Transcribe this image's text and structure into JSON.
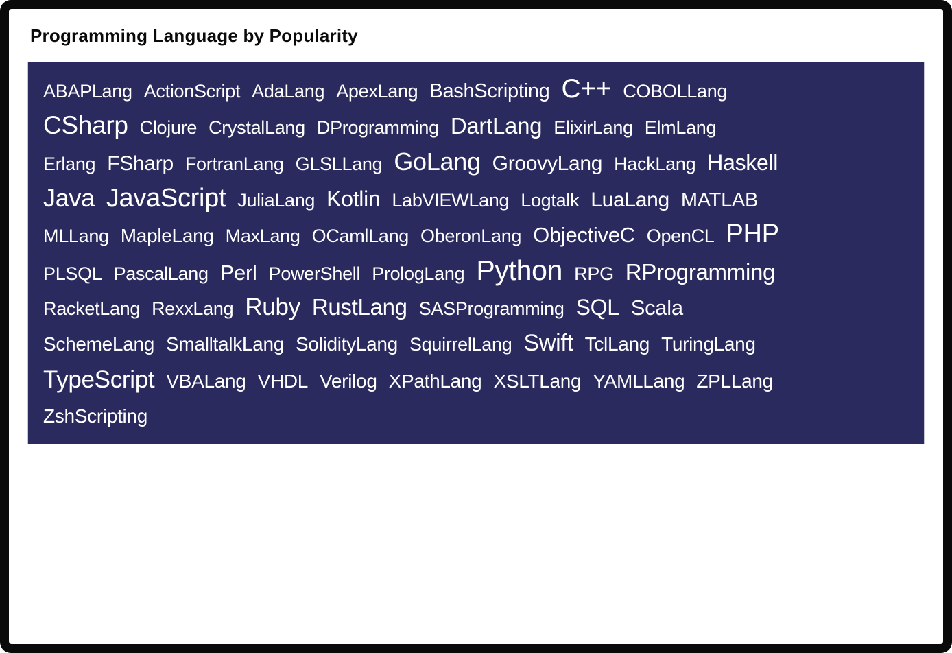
{
  "chart_data": {
    "type": "word_cloud",
    "title": "Programming Language by Popularity",
    "background_color": "#2A2A5E",
    "text_color": "#FFFFFF",
    "legend": "none",
    "rows": [
      [
        {
          "text": "ABAPLang",
          "size": 27
        },
        {
          "text": "ActionScript",
          "size": 27
        },
        {
          "text": "AdaLang",
          "size": 27
        },
        {
          "text": "ApexLang",
          "size": 27
        },
        {
          "text": "BashScripting",
          "size": 29
        },
        {
          "text": "C++",
          "size": 39
        },
        {
          "text": "COBOLLang",
          "size": 27
        }
      ],
      [
        {
          "text": "CSharp",
          "size": 37
        },
        {
          "text": "Clojure",
          "size": 27
        },
        {
          "text": "CrystalLang",
          "size": 27
        },
        {
          "text": "DProgramming",
          "size": 27
        },
        {
          "text": "DartLang",
          "size": 33
        },
        {
          "text": "ElixirLang",
          "size": 27
        },
        {
          "text": "ElmLang",
          "size": 27
        }
      ],
      [
        {
          "text": "Erlang",
          "size": 27
        },
        {
          "text": "FSharp",
          "size": 30
        },
        {
          "text": "FortranLang",
          "size": 27
        },
        {
          "text": "GLSLLang",
          "size": 27
        },
        {
          "text": "GoLang",
          "size": 36
        },
        {
          "text": "GroovyLang",
          "size": 30
        },
        {
          "text": "HackLang",
          "size": 27
        },
        {
          "text": "Haskell",
          "size": 32
        }
      ],
      [
        {
          "text": "Java",
          "size": 36
        },
        {
          "text": "JavaScript",
          "size": 38
        },
        {
          "text": "JuliaLang",
          "size": 27
        },
        {
          "text": "Kotlin",
          "size": 32
        },
        {
          "text": "LabVIEWLang",
          "size": 27
        },
        {
          "text": "Logtalk",
          "size": 27
        },
        {
          "text": "LuaLang",
          "size": 30
        },
        {
          "text": "MATLAB",
          "size": 29
        }
      ],
      [
        {
          "text": "MLLang",
          "size": 27
        },
        {
          "text": "MapleLang",
          "size": 28
        },
        {
          "text": "MaxLang",
          "size": 27
        },
        {
          "text": "OCamlLang",
          "size": 27
        },
        {
          "text": "OberonLang",
          "size": 27
        },
        {
          "text": "ObjectiveC",
          "size": 31
        },
        {
          "text": "OpenCL",
          "size": 27
        },
        {
          "text": "PHP",
          "size": 38
        }
      ],
      [
        {
          "text": "PLSQL",
          "size": 27
        },
        {
          "text": "PascalLang",
          "size": 27
        },
        {
          "text": "Perl",
          "size": 31
        },
        {
          "text": "PowerShell",
          "size": 27
        },
        {
          "text": "PrologLang",
          "size": 27
        },
        {
          "text": "Python",
          "size": 41
        },
        {
          "text": "RPG",
          "size": 27
        },
        {
          "text": "RProgramming",
          "size": 33
        }
      ],
      [
        {
          "text": "RacketLang",
          "size": 27
        },
        {
          "text": "RexxLang",
          "size": 27
        },
        {
          "text": "Ruby",
          "size": 35
        },
        {
          "text": "RustLang",
          "size": 33
        },
        {
          "text": "SASProgramming",
          "size": 27
        },
        {
          "text": "SQL",
          "size": 32
        },
        {
          "text": "Scala",
          "size": 31
        }
      ],
      [
        {
          "text": "SchemeLang",
          "size": 28
        },
        {
          "text": "SmalltalkLang",
          "size": 28
        },
        {
          "text": "SolidityLang",
          "size": 28
        },
        {
          "text": "SquirrelLang",
          "size": 27
        },
        {
          "text": "Swift",
          "size": 34
        },
        {
          "text": "TclLang",
          "size": 28
        },
        {
          "text": "TuringLang",
          "size": 28
        }
      ],
      [
        {
          "text": "TypeScript",
          "size": 35
        },
        {
          "text": "VBALang",
          "size": 28
        },
        {
          "text": "VHDL",
          "size": 28
        },
        {
          "text": "Verilog",
          "size": 28
        },
        {
          "text": "XPathLang",
          "size": 28
        },
        {
          "text": "XSLTLang",
          "size": 28
        },
        {
          "text": "YAMLLang",
          "size": 28
        },
        {
          "text": "ZPLLang",
          "size": 28
        }
      ],
      [
        {
          "text": "ZshScripting",
          "size": 28
        }
      ]
    ]
  }
}
